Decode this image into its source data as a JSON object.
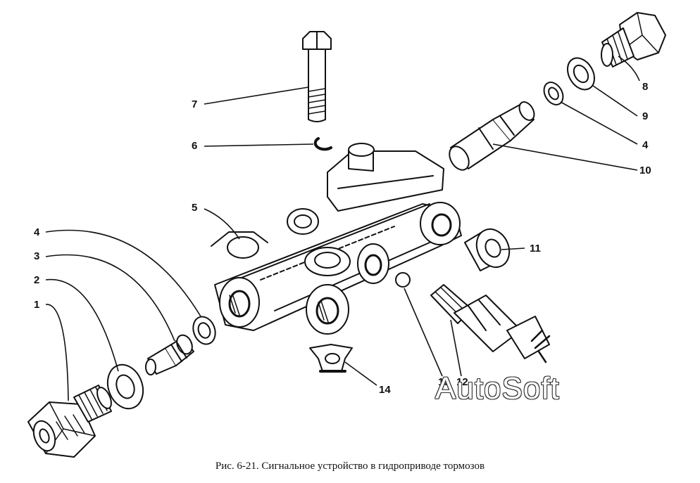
{
  "figure": {
    "caption": "Рис. 6-21. Сигнальное устройство в гидроприводе тормозов",
    "watermark": "AutoSoft"
  },
  "part_labels": {
    "p1": "1",
    "p2": "2",
    "p3": "3",
    "p4_left": "4",
    "p5": "5",
    "p6": "6",
    "p7": "7",
    "p8": "8",
    "p9": "9",
    "p4_right": "4",
    "p10": "10",
    "p11": "11",
    "p12": "12",
    "p13": "13",
    "p14": "14"
  }
}
